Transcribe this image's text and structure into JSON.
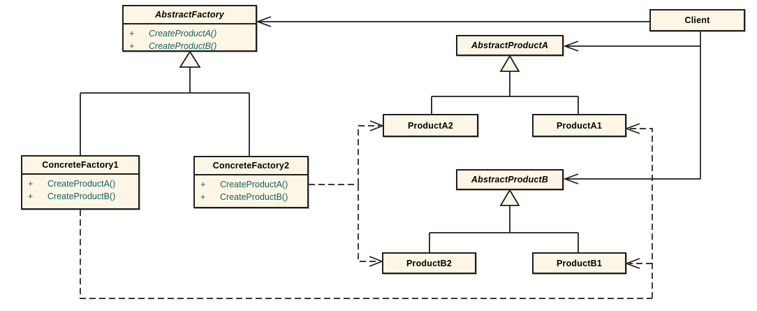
{
  "diagram": {
    "kind": "uml-class-diagram",
    "pattern": "Abstract Factory"
  },
  "colors": {
    "box_fill": "#fdf6e4",
    "box_border": "#1f1f1f",
    "line": "#1d1d1d",
    "title_text": "#000000",
    "method_text": "#0e6468",
    "background": "#ffffff"
  },
  "classes": {
    "abstractFactory": {
      "name": "AbstractFactory",
      "abstract": true,
      "methods": [
        {
          "vis": "+",
          "sig": "CreateProductA()"
        },
        {
          "vis": "+",
          "sig": "CreateProductB()"
        }
      ]
    },
    "client": {
      "name": "Client",
      "abstract": false
    },
    "abstractProductA": {
      "name": "AbstractProductA",
      "abstract": true
    },
    "productA2": {
      "name": "ProductA2",
      "abstract": false
    },
    "productA1": {
      "name": "ProductA1",
      "abstract": false
    },
    "concreteFactory1": {
      "name": "ConcreteFactory1",
      "abstract": false,
      "methods": [
        {
          "vis": "+",
          "sig": "CreateProductA()"
        },
        {
          "vis": "+",
          "sig": "CreateProductB()"
        }
      ]
    },
    "concreteFactory2": {
      "name": "ConcreteFactory2",
      "abstract": false,
      "methods": [
        {
          "vis": "+",
          "sig": "CreateProductA()"
        },
        {
          "vis": "+",
          "sig": "CreateProductB()"
        }
      ]
    },
    "abstractProductB": {
      "name": "AbstractProductB",
      "abstract": true
    },
    "productB2": {
      "name": "ProductB2",
      "abstract": false
    },
    "productB1": {
      "name": "ProductB1",
      "abstract": false
    }
  },
  "relationships": [
    {
      "from": "Client",
      "to": "AbstractFactory",
      "type": "association-open-arrow",
      "style": "solid"
    },
    {
      "from": "Client",
      "to": "AbstractProductA",
      "type": "association-open-arrow",
      "style": "solid"
    },
    {
      "from": "Client",
      "to": "AbstractProductB",
      "type": "association-open-arrow",
      "style": "solid"
    },
    {
      "from": "ConcreteFactory1",
      "to": "AbstractFactory",
      "type": "generalization",
      "style": "solid"
    },
    {
      "from": "ConcreteFactory2",
      "to": "AbstractFactory",
      "type": "generalization",
      "style": "solid"
    },
    {
      "from": "ProductA2",
      "to": "AbstractProductA",
      "type": "generalization",
      "style": "solid"
    },
    {
      "from": "ProductA1",
      "to": "AbstractProductA",
      "type": "generalization",
      "style": "solid"
    },
    {
      "from": "ProductB2",
      "to": "AbstractProductB",
      "type": "generalization",
      "style": "solid"
    },
    {
      "from": "ProductB1",
      "to": "AbstractProductB",
      "type": "generalization",
      "style": "solid"
    },
    {
      "from": "ConcreteFactory2",
      "to": "ProductA2",
      "type": "dependency",
      "style": "dashed"
    },
    {
      "from": "ConcreteFactory2",
      "to": "ProductB2",
      "type": "dependency",
      "style": "dashed"
    },
    {
      "from": "ConcreteFactory1",
      "to": "ProductA1",
      "type": "dependency",
      "style": "dashed"
    },
    {
      "from": "ConcreteFactory1",
      "to": "ProductB1",
      "type": "dependency",
      "style": "dashed"
    }
  ]
}
